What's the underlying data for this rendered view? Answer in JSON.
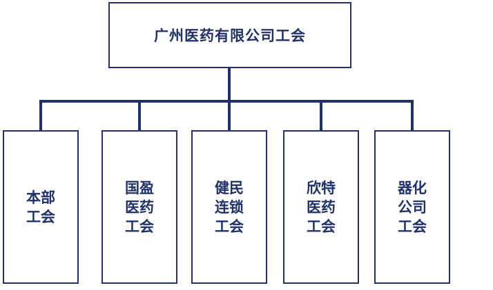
{
  "root": {
    "label": "广州医药有限公司工会"
  },
  "children": [
    {
      "label": "本部\n工会"
    },
    {
      "label": "国盈\n医药\n工会"
    },
    {
      "label": "健民\n连锁\n工会"
    },
    {
      "label": "欣特\n医药\n工会"
    },
    {
      "label": "器化\n公司\n工会"
    }
  ],
  "colors": {
    "line": "#1f3166",
    "text": "#1f3166",
    "background": "#ffffff"
  }
}
